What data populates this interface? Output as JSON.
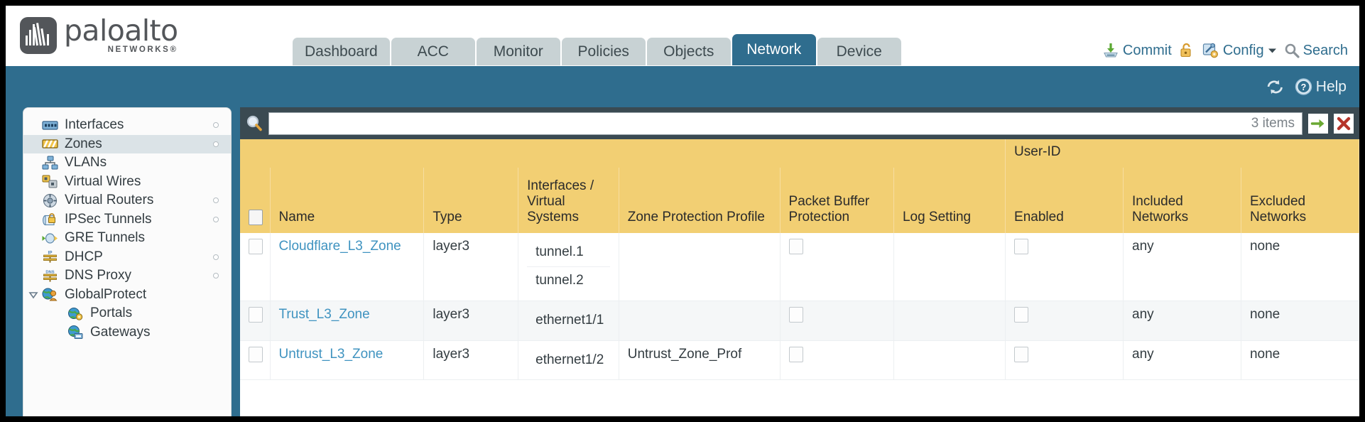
{
  "brand": {
    "name": "paloalto",
    "tagline": "NETWORKS®"
  },
  "nav": {
    "tabs": [
      {
        "label": "Dashboard",
        "active": false
      },
      {
        "label": "ACC",
        "active": false
      },
      {
        "label": "Monitor",
        "active": false
      },
      {
        "label": "Policies",
        "active": false
      },
      {
        "label": "Objects",
        "active": false
      },
      {
        "label": "Network",
        "active": true
      },
      {
        "label": "Device",
        "active": false
      }
    ]
  },
  "top_actions": {
    "commit_label": "Commit",
    "config_label": "Config",
    "search_label": "Search"
  },
  "band": {
    "help_label": "Help"
  },
  "sidebar": {
    "items": [
      {
        "label": "Interfaces",
        "icon": "interfaces-icon",
        "selected": false,
        "dot": true,
        "child": false,
        "arrow": false
      },
      {
        "label": "Zones",
        "icon": "zones-icon",
        "selected": true,
        "dot": true,
        "child": false,
        "arrow": false
      },
      {
        "label": "VLANs",
        "icon": "vlans-icon",
        "selected": false,
        "dot": false,
        "child": false,
        "arrow": false
      },
      {
        "label": "Virtual Wires",
        "icon": "virtual-wires-icon",
        "selected": false,
        "dot": false,
        "child": false,
        "arrow": false
      },
      {
        "label": "Virtual Routers",
        "icon": "virtual-routers-icon",
        "selected": false,
        "dot": true,
        "child": false,
        "arrow": false
      },
      {
        "label": "IPSec Tunnels",
        "icon": "ipsec-tunnels-icon",
        "selected": false,
        "dot": true,
        "child": false,
        "arrow": false
      },
      {
        "label": "GRE Tunnels",
        "icon": "gre-tunnels-icon",
        "selected": false,
        "dot": false,
        "child": false,
        "arrow": false
      },
      {
        "label": "DHCP",
        "icon": "dhcp-icon",
        "selected": false,
        "dot": true,
        "child": false,
        "arrow": false
      },
      {
        "label": "DNS Proxy",
        "icon": "dns-proxy-icon",
        "selected": false,
        "dot": true,
        "child": false,
        "arrow": false
      },
      {
        "label": "GlobalProtect",
        "icon": "globalprotect-icon",
        "selected": false,
        "dot": false,
        "child": false,
        "arrow": true
      },
      {
        "label": "Portals",
        "icon": "portals-icon",
        "selected": false,
        "dot": false,
        "child": true,
        "arrow": false
      },
      {
        "label": "Gateways",
        "icon": "gateways-icon",
        "selected": false,
        "dot": false,
        "child": true,
        "arrow": false
      }
    ]
  },
  "filter": {
    "value": "",
    "placeholder": "",
    "item_count": "3 items",
    "apply_title": "Apply Filter",
    "clear_title": "Clear Filter"
  },
  "table": {
    "group_header": "User-ID",
    "columns": [
      "Name",
      "Type",
      "Interfaces / Virtual Systems",
      "Zone Protection Profile",
      "Packet Buffer Protection",
      "Log Setting",
      "Enabled",
      "Included Networks",
      "Excluded Networks"
    ],
    "rows": [
      {
        "name": "Cloudflare_L3_Zone",
        "type": "layer3",
        "interfaces": [
          "tunnel.1",
          "tunnel.2"
        ],
        "zone_protection_profile": "",
        "packet_buffer_protection": false,
        "log_setting": "",
        "userid_enabled": false,
        "included_networks": "any",
        "excluded_networks": "none",
        "alt": false
      },
      {
        "name": "Trust_L3_Zone",
        "type": "layer3",
        "interfaces": [
          "ethernet1/1"
        ],
        "zone_protection_profile": "",
        "packet_buffer_protection": false,
        "log_setting": "",
        "userid_enabled": false,
        "included_networks": "any",
        "excluded_networks": "none",
        "alt": true
      },
      {
        "name": "Untrust_L3_Zone",
        "type": "layer3",
        "interfaces": [
          "ethernet1/2"
        ],
        "zone_protection_profile": "Untrust_Zone_Prof",
        "packet_buffer_protection": false,
        "log_setting": "",
        "userid_enabled": false,
        "included_networks": "any",
        "excluded_networks": "none",
        "alt": false
      }
    ]
  },
  "colors": {
    "brand_blue": "#2f6d8e",
    "header_gold": "#f2cf73",
    "group_gold": "#dfae3c",
    "tab_grey": "#c8d2d4",
    "link_blue": "#3f93c0"
  }
}
